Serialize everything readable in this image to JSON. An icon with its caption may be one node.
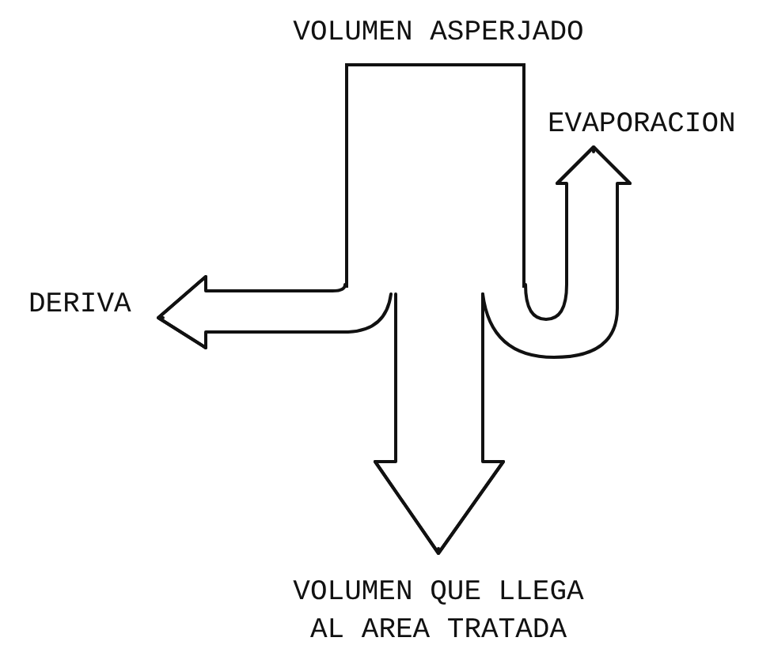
{
  "diagram": {
    "nodes": [
      {
        "text": [
          "VOLUMEN ASPERJADO"
        ]
      },
      {
        "text": [
          "DERIVA"
        ]
      },
      {
        "text": [
          "EVAPORACION"
        ]
      },
      {
        "text": [
          "VOLUMEN QUE LLEGA AL AREA TRATADA"
        ]
      }
    ],
    "edges": [
      {
        "from": 0,
        "to": 1,
        "arrow": "to"
      },
      {
        "from": 0,
        "to": 2,
        "arrow": "to"
      },
      {
        "from": 0,
        "to": 3,
        "arrow": "to"
      }
    ]
  }
}
